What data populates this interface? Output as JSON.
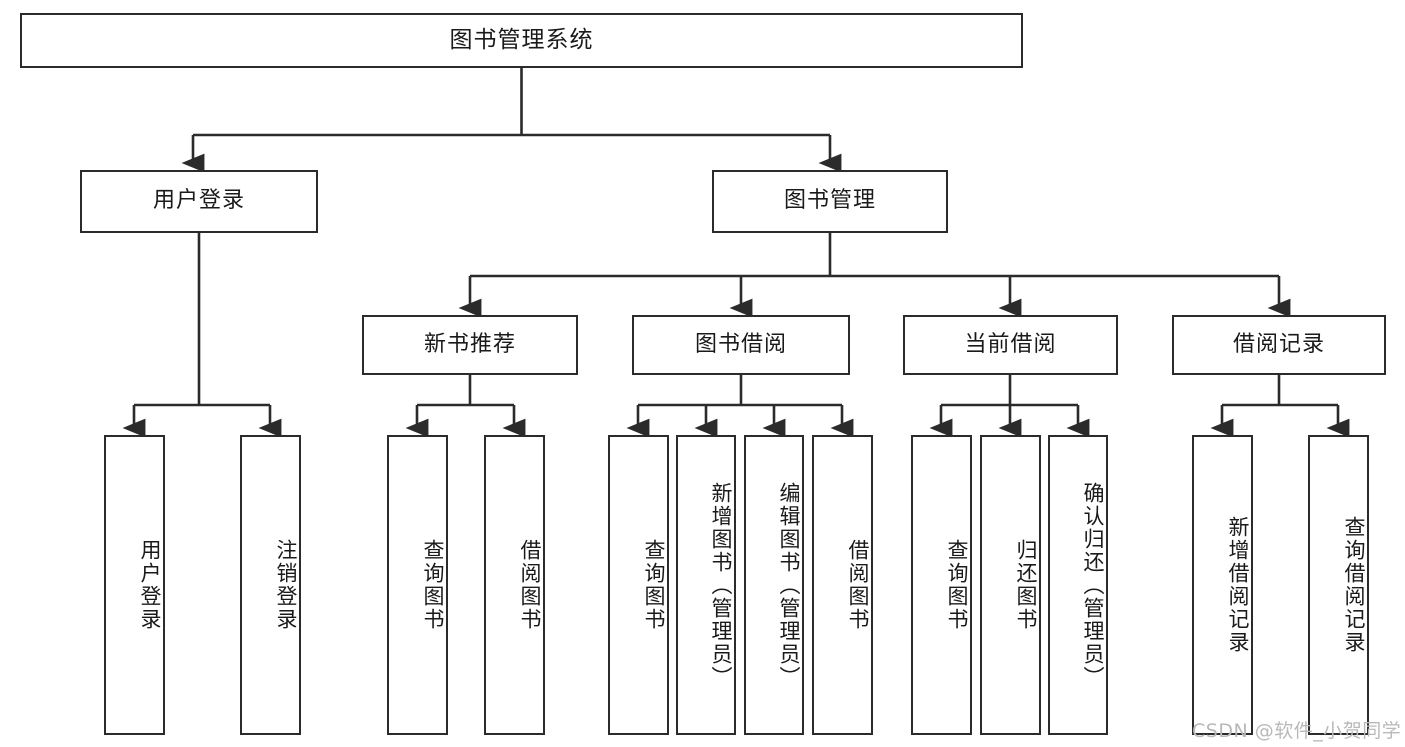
{
  "diagram": {
    "title": "图书管理系统",
    "type": "tree-hierarchy",
    "watermark": "CSDN @软件_小贺同学",
    "colors": {
      "box_stroke": "#2b2b2b",
      "box_fill": "#ffffff",
      "edge": "#2b2b2b",
      "text": "#1a1a1a",
      "watermark": "#b9b9b9",
      "background": "#ffffff"
    },
    "root": {
      "label": "图书管理系统"
    },
    "level2": [
      {
        "label": "用户登录"
      },
      {
        "label": "图书管理"
      }
    ],
    "level3": [
      {
        "label": "新书推荐"
      },
      {
        "label": "图书借阅"
      },
      {
        "label": "当前借阅"
      },
      {
        "label": "借阅记录"
      }
    ],
    "leaves": {
      "user_login": [
        {
          "label": "用户登录"
        },
        {
          "label": "注销登录"
        }
      ],
      "new_book_recommend": [
        {
          "label": "查询图书"
        },
        {
          "label": "借阅图书"
        }
      ],
      "book_borrow": [
        {
          "label": "查询图书"
        },
        {
          "label": "新增图书（管理员）"
        },
        {
          "label": "编辑图书（管理员）"
        },
        {
          "label": "借阅图书"
        }
      ],
      "current_borrow": [
        {
          "label": "查询图书"
        },
        {
          "label": "归还图书"
        },
        {
          "label": "确认归还（管理员）"
        }
      ],
      "borrow_record": [
        {
          "label": "新增借阅记录"
        },
        {
          "label": "查询借阅记录"
        }
      ]
    }
  }
}
